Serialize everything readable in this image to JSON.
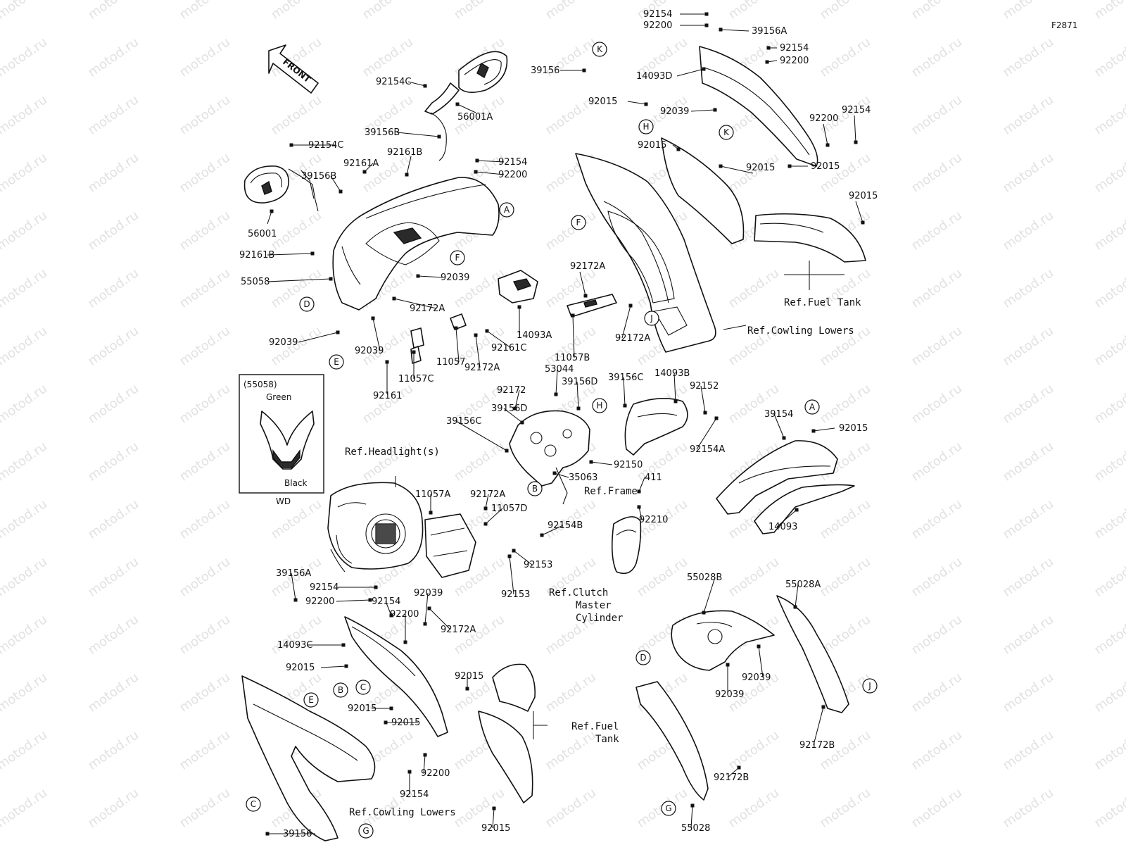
{
  "figure_code": "F2871",
  "watermark": "motod.ru",
  "front_arrow_label": "FRONT",
  "inset": {
    "part_number": "(55058)",
    "top_label": "Green",
    "bottom_label": "Black",
    "variant": "WD"
  },
  "part_labels": [
    "92154",
    "92200",
    "39156A",
    "92154",
    "92200",
    "14093D",
    "92015",
    "92039",
    "92200",
    "92154",
    "92015",
    "92015",
    "92015",
    "92015",
    "39156",
    "92154C",
    "56001A",
    "39156B",
    "92154C",
    "92161B",
    "92161A",
    "39156B",
    "92154",
    "92200",
    "56001",
    "92161B",
    "55058",
    "92039",
    "92172A",
    "92039",
    "92172A",
    "14093A",
    "92172A",
    "11057",
    "92161C",
    "11057B",
    "92039",
    "11057C",
    "92172A",
    "92161",
    "53044",
    "39156D",
    "39156C",
    "14093B",
    "92152",
    "92172",
    "39156D",
    "39156C",
    "92154A",
    "39154",
    "92015",
    "92150",
    "35063",
    "411",
    "11057A",
    "92172A",
    "11057D",
    "92154B",
    "92210",
    "92153",
    "92153",
    "14093",
    "39156A",
    "92154",
    "92200",
    "92154",
    "92200",
    "92039",
    "92172A",
    "14093C",
    "92015",
    "92015",
    "92015",
    "92015",
    "92200",
    "92154",
    "92015",
    "39156",
    "55028B",
    "55028A",
    "92039",
    "92039",
    "92172B",
    "92172B",
    "55028"
  ],
  "references": [
    "Ref.Fuel Tank",
    "Ref.Cowling Lowers",
    "Ref.Headlight(s)",
    "Ref.Frame",
    "Ref.Clutch",
    "Master",
    "Cylinder",
    "Ref.Fuel",
    "Tank",
    "Ref.Cowling Lowers"
  ],
  "callout_letters": [
    "K",
    "H",
    "K",
    "A",
    "F",
    "F",
    "D",
    "E",
    "J",
    "H",
    "A",
    "B",
    "B",
    "C",
    "E",
    "D",
    "J",
    "C",
    "G",
    "G"
  ]
}
